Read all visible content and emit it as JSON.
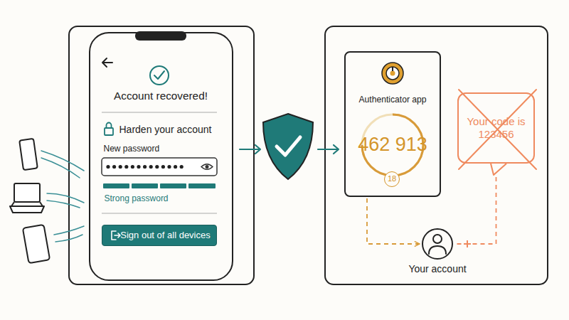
{
  "diagram": {
    "nodes": [
      {
        "text": [
          "Account recovered!",
          "Harden your account",
          "New password",
          "Strong password"
        ]
      },
      {
        "text": [
          "Sign out of all devices"
        ],
        "in": 0
      },
      {
        "text": [
          "Authenticator app",
          "462 913"
        ]
      },
      {
        "text": [
          "18"
        ],
        "in": 2
      },
      {
        "text": [
          "Your code is 123456"
        ]
      },
      {
        "text": [
          "Your account"
        ]
      }
    ],
    "edges": [
      {
        "from": 2,
        "to": 5,
        "arrow": "to"
      },
      {
        "from": 4,
        "to": 5,
        "arrow": "none"
      }
    ]
  }
}
